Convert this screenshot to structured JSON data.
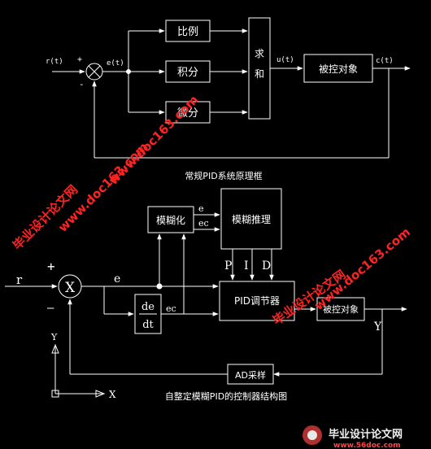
{
  "top_diagram": {
    "caption": "常规PID系统原理框",
    "labels": {
      "r": "r(t)",
      "plus": "+",
      "minus": "-",
      "e": "e(t)",
      "u": "u(t)",
      "c": "c(t)"
    },
    "blocks": {
      "proportional": "比例",
      "integral": "积分",
      "derivative": "微分",
      "sum_top": "求",
      "sum_bottom": "和",
      "plant": "被控对象"
    }
  },
  "bottom_diagram": {
    "caption": "自整定模糊PID的控制器结构图",
    "labels": {
      "r": "r",
      "plus": "+",
      "minus": "—",
      "sum": "X",
      "e": "e",
      "ec_main": "ec",
      "e_fuzz": "e",
      "ec_fuzz": "ec",
      "p": "P",
      "i": "I",
      "d": "D",
      "y": "Y",
      "axis_y": "Y",
      "axis_x": "X"
    },
    "blocks": {
      "fuzzify": "模糊化",
      "fuzzy_infer": "模糊推理",
      "deriv_num": "de",
      "deriv_den": "dt",
      "pid": "PID调节器",
      "plant": "被控对象",
      "ad": "AD采样"
    }
  },
  "watermarks": {
    "left_cn": "毕业设计论文网",
    "left_url": "www.doc163.com",
    "right_cn": "毕业设计论文网",
    "right_url": "www.doc163.com",
    "top_url": "www.doc163.com",
    "logo_cn": "毕业设计论文网",
    "logo_url": "www.56doc.com"
  },
  "colors": {
    "background": "#000000",
    "line": "#ffffff",
    "watermark": "#ff2222"
  }
}
